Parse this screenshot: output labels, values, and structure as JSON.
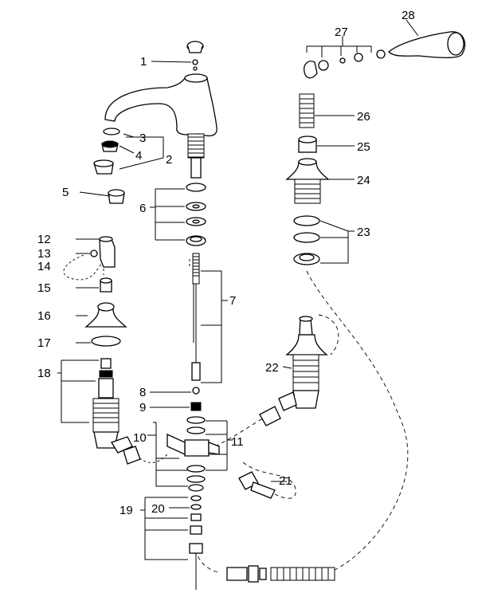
{
  "diagram": {
    "callouts": [
      "1",
      "2",
      "3",
      "4",
      "5",
      "6",
      "7",
      "8",
      "9",
      "10",
      "11",
      "12",
      "13",
      "14",
      "15",
      "16",
      "17",
      "18",
      "19",
      "20",
      "21",
      "22",
      "23",
      "24",
      "25",
      "26",
      "27",
      "28"
    ]
  },
  "colors": {
    "line": "#000000",
    "background": "#ffffff"
  }
}
